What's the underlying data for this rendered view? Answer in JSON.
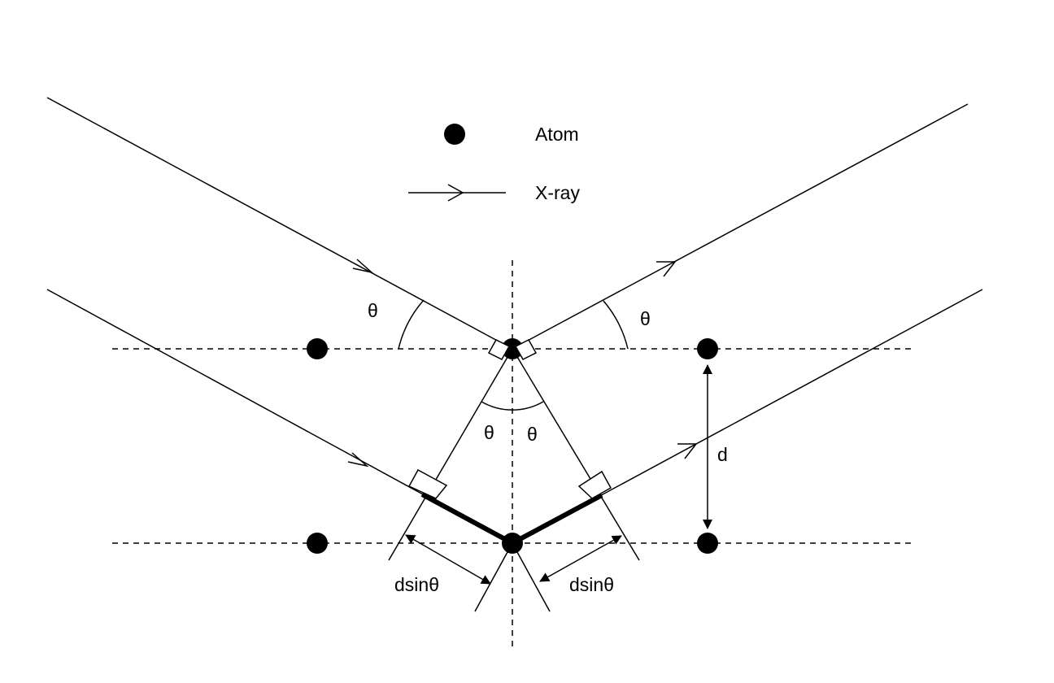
{
  "legend": {
    "atom_label": "Atom",
    "xray_label": "X-ray"
  },
  "labels": {
    "theta_incident": "θ",
    "theta_reflected": "θ",
    "theta_inner_left": "θ",
    "theta_inner_right": "θ",
    "spacing": "d",
    "path_left": "dsinθ",
    "path_right": "dsinθ"
  },
  "colors": {
    "stroke": "#000000",
    "background": "#ffffff"
  }
}
